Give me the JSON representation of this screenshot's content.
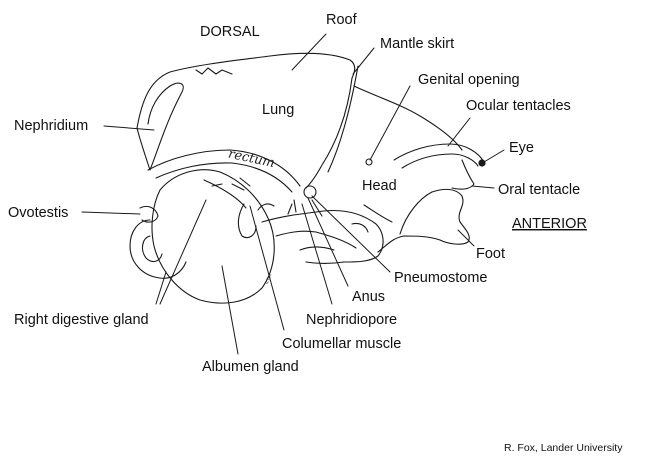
{
  "diagram": {
    "orientation": {
      "dorsal": "DORSAL",
      "anterior": "ANTERIOR"
    },
    "labels": {
      "roof": "Roof",
      "mantle_skirt": "Mantle skirt",
      "genital_opening": "Genital opening",
      "ocular_tentacles": "Ocular tentacles",
      "eye": "Eye",
      "oral_tentacle": "Oral tentacle",
      "foot": "Foot",
      "pneumostome": "Pneumostome",
      "anus": "Anus",
      "nephridiopore": "Nephridiopore",
      "columellar_muscle": "Columellar muscle",
      "albumen_gland": "Albumen gland",
      "right_digestive_gland": "Right digestive gland",
      "ovotestis": "Ovotestis",
      "nephridium": "Nephridium",
      "lung": "Lung",
      "head": "Head"
    },
    "annotations": {
      "rectum": "rectum",
      "artist_initials": "R.Fox"
    },
    "credit": "R. Fox, Lander University",
    "colors": {
      "ink": "#1a1a1a",
      "background": "#ffffff"
    }
  }
}
